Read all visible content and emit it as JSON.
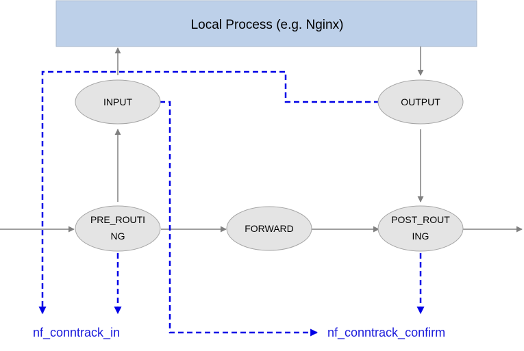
{
  "local_process": {
    "label": "Local Process (e.g. Nginx)"
  },
  "nodes": {
    "input": {
      "label": "INPUT"
    },
    "output": {
      "label": "OUTPUT"
    },
    "pre_routing": {
      "line1": "PRE_ROUTI",
      "line2": "NG"
    },
    "forward": {
      "label": "FORWARD"
    },
    "post_routing": {
      "line1": "POST_ROUT",
      "line2": "ING"
    }
  },
  "hooks": {
    "conntrack_in": "nf_conntrack_in",
    "conntrack_confirm": "nf_conntrack_confirm"
  },
  "colors": {
    "process_fill": "#bdd0e9",
    "process_border": "#aab8cc",
    "node_fill": "#e4e4e4",
    "node_border": "#a6a6a6",
    "flow_line": "#7f7f7f",
    "dashed_line": "#0000e6",
    "hook_text": "#1a1adb"
  }
}
